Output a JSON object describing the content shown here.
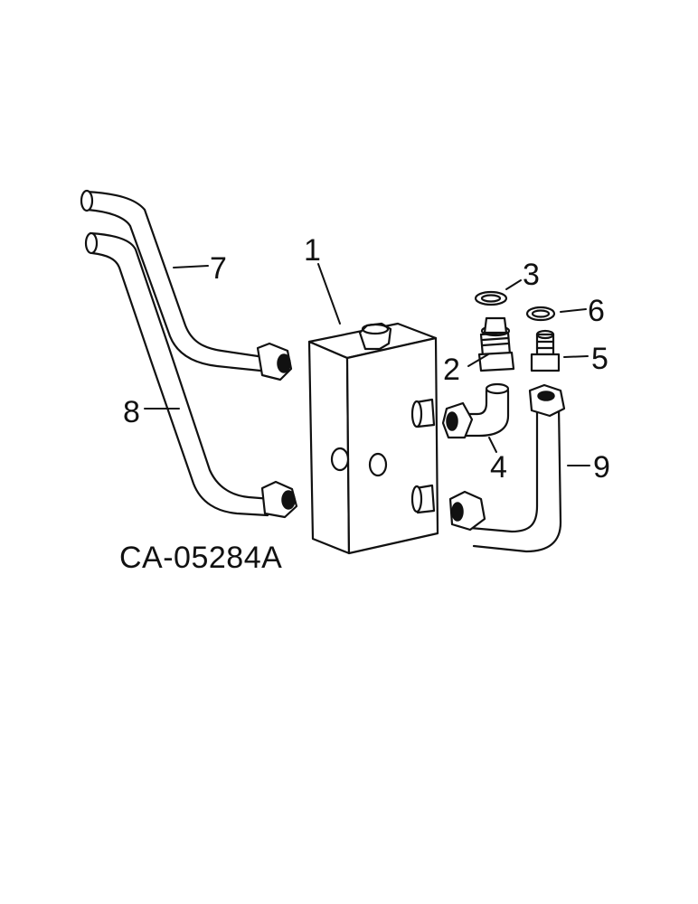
{
  "figure_id": "CA-05284A",
  "callouts": {
    "p1": "1",
    "p2": "2",
    "p3": "3",
    "p4": "4",
    "p5": "5",
    "p6": "6",
    "p7": "7",
    "p8": "8",
    "p9": "9"
  }
}
